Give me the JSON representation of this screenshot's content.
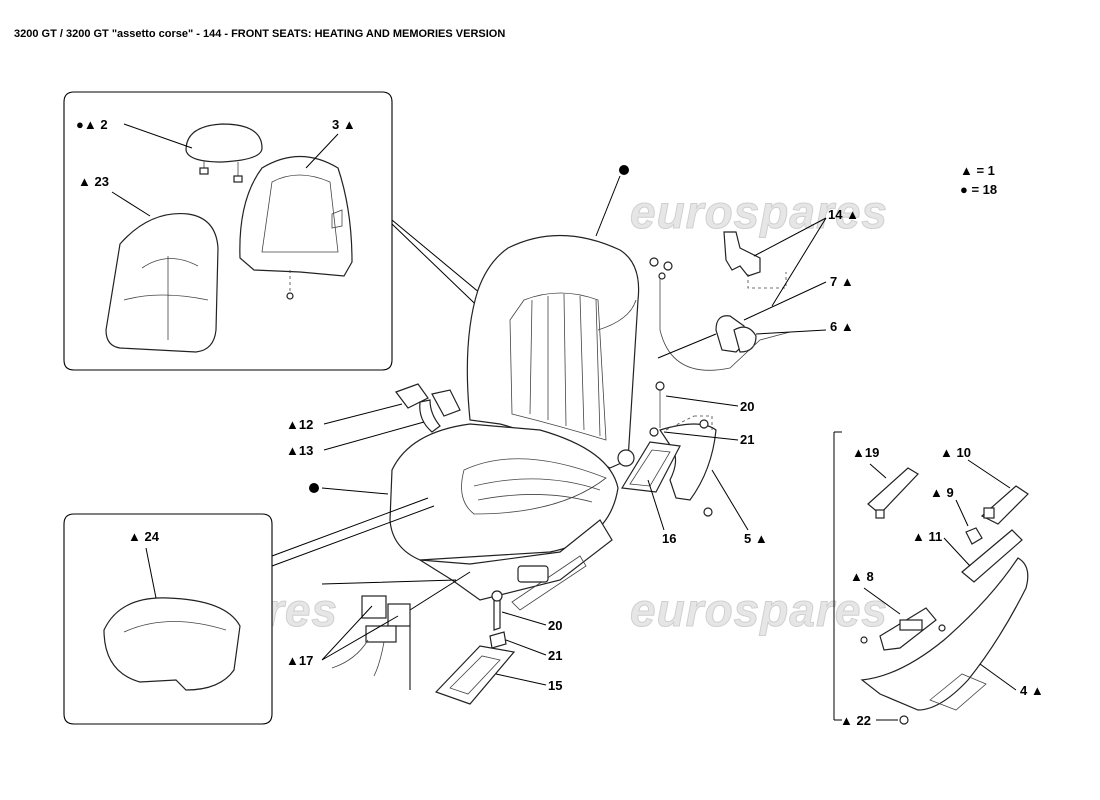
{
  "title": "3200 GT / 3200 GT \"assetto corse\" - 144 - FRONT SEATS: HEATING AND MEMORIES VERSION",
  "watermark": "eurospares",
  "legend": {
    "triangle": "▲ = 1",
    "dot": "● = 18"
  },
  "callouts": {
    "c2": "●▲ 2",
    "c3": "3 ▲",
    "c23": "▲ 23",
    "c24": "▲ 24",
    "c14": "14 ▲",
    "c7": "7 ▲",
    "c6": "6 ▲",
    "c20a": "20",
    "c21a": "21",
    "c12": "▲12",
    "c13": "▲13",
    "c16": "16",
    "c5": "5 ▲",
    "c19": "▲19",
    "c10": "▲ 10",
    "c9": "▲ 9",
    "c11": "▲ 11",
    "c8": "▲ 8",
    "c4": "4 ▲",
    "c22": "▲ 22",
    "c17": "▲17",
    "c20b": "20",
    "c21b": "21",
    "c15": "15"
  }
}
